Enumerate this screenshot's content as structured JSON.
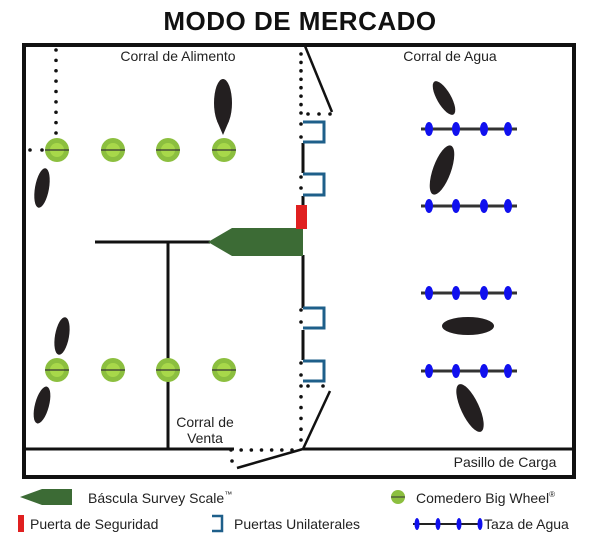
{
  "title": "MODO DE MERCADO",
  "areas": {
    "feed_pen": "Corral de Alimento",
    "water_pen": "Corral de Agua",
    "sort_pen_line1": "Corral de",
    "sort_pen_line2": "Venta",
    "load_alley": "Pasillo de Carga"
  },
  "legend": {
    "scale": "Báscula Survey Scale",
    "scale_mark": "™",
    "feeder": "Comedero Big Wheel",
    "feeder_mark": "®",
    "safety_gate": "Puerta de Seguridad",
    "one_way_gates": "Puertas Unilaterales",
    "water_cup": "Taza de Agua"
  },
  "colors": {
    "scale": "#3c6b35",
    "feeder_outer": "#8cbf3f",
    "feeder_inner": "#a8d84a",
    "safety_gate": "#e02020",
    "one_way_gate": "#1e5f8a",
    "water_cup": "#1010ee",
    "line": "#111111"
  }
}
